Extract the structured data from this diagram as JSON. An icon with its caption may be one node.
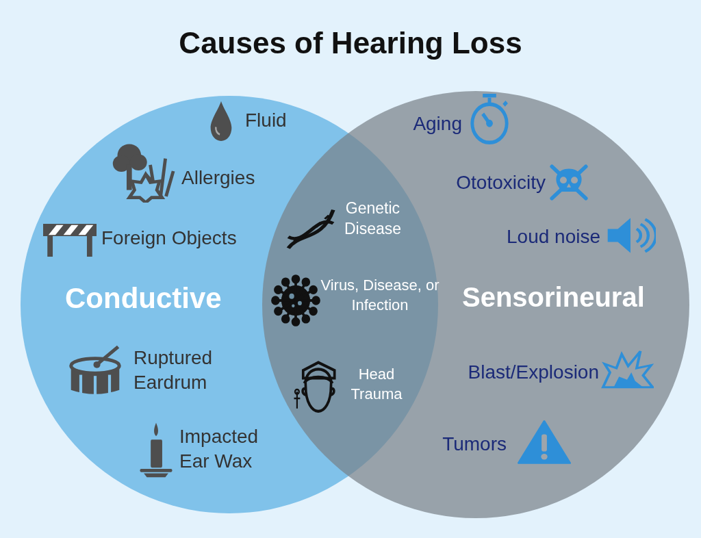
{
  "diagram": {
    "title": "Causes of Hearing Loss",
    "nodes": [
      {
        "text": [
          "Conductive"
        ]
      },
      {
        "text": [
          "Sensorineural"
        ]
      }
    ],
    "labels": [
      "Fluid",
      "Aging",
      "Allergies",
      "Ototoxicity",
      "Genetic Disease",
      "Foreign Objects",
      "Loud noise",
      "Virus, Disease, or Infection",
      "Ruptured Eardrum",
      "Blast/Explosion",
      "Head Trauma",
      "Tumors",
      "Impacted Ear Wax"
    ]
  }
}
